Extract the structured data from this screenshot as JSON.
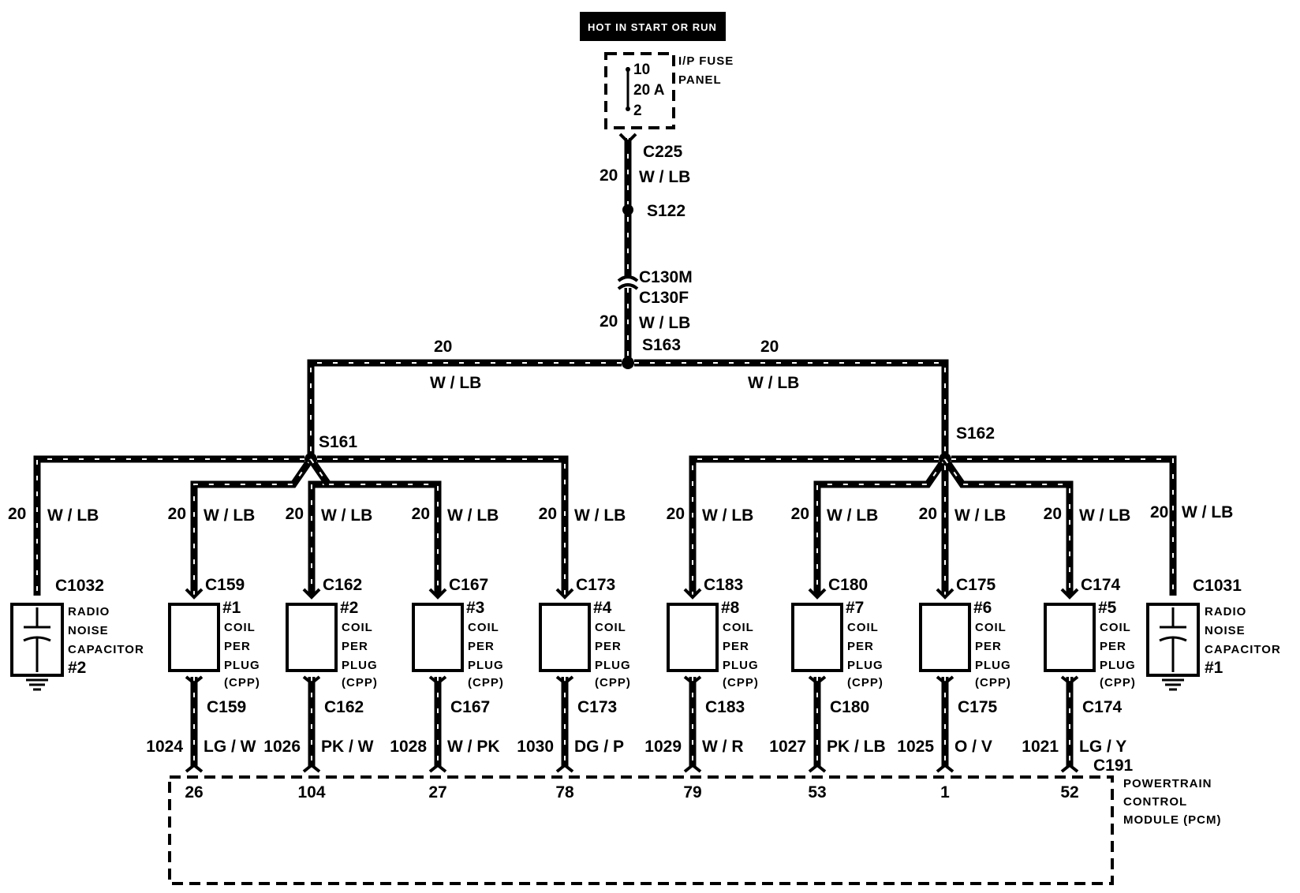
{
  "power_source": {
    "label": "HOT IN START OR RUN"
  },
  "fuse_panel": {
    "label_line1": "I/P FUSE",
    "label_line2": "PANEL",
    "fuse_number": "10",
    "rating": "20 A",
    "terminal": "2"
  },
  "main_feed": {
    "connector_top": "C225",
    "gauge_1": "20",
    "color_1": "W / LB",
    "splice_1": "S122",
    "connector_m": "C130M",
    "connector_f": "C130F",
    "gauge_2": "20",
    "color_2": "W / LB",
    "splice_main": "S163"
  },
  "branches": {
    "left_gauge": "20",
    "left_color": "W / LB",
    "left_splice": "S161",
    "right_gauge": "20",
    "right_color": "W / LB",
    "right_splice": "S162"
  },
  "capacitors": [
    {
      "connector": "C1032",
      "gauge": "20",
      "color": "W / LB",
      "line1": "RADIO",
      "line2": "NOISE",
      "line3": "CAPACITOR",
      "number": "#2"
    },
    {
      "connector": "C1031",
      "gauge": "20",
      "color": "W / LB",
      "line1": "RADIO",
      "line2": "NOISE",
      "line3": "CAPACITOR",
      "number": "#1"
    }
  ],
  "coils": [
    {
      "number": "#1",
      "connector": "C159",
      "gauge": "20",
      "color": "W / LB",
      "circuit": "1024",
      "out_color": "LG / W",
      "pcm_pin": "26"
    },
    {
      "number": "#2",
      "connector": "C162",
      "gauge": "20",
      "color": "W / LB",
      "circuit": "1026",
      "out_color": "PK / W",
      "pcm_pin": "104"
    },
    {
      "number": "#3",
      "connector": "C167",
      "gauge": "20",
      "color": "W / LB",
      "circuit": "1028",
      "out_color": "W / PK",
      "pcm_pin": "27"
    },
    {
      "number": "#4",
      "connector": "C173",
      "gauge": "20",
      "color": "W / LB",
      "circuit": "1030",
      "out_color": "DG / P",
      "pcm_pin": "78"
    },
    {
      "number": "#8",
      "connector": "C183",
      "gauge": "20",
      "color": "W / LB",
      "circuit": "1029",
      "out_color": "W / R",
      "pcm_pin": "79"
    },
    {
      "number": "#7",
      "connector": "C180",
      "gauge": "20",
      "color": "W / LB",
      "circuit": "1027",
      "out_color": "PK / LB",
      "pcm_pin": "53"
    },
    {
      "number": "#6",
      "connector": "C175",
      "gauge": "20",
      "color": "W / LB",
      "circuit": "1025",
      "out_color": "O / V",
      "pcm_pin": "1"
    },
    {
      "number": "#5",
      "connector": "C174",
      "gauge": "20",
      "color": "W / LB",
      "circuit": "1021",
      "out_color": "LG / Y",
      "pcm_pin": "52"
    }
  ],
  "coil_text": {
    "line1": "COIL",
    "line2": "PER",
    "line3": "PLUG",
    "line4": "(CPP)"
  },
  "pcm": {
    "connector": "C191",
    "line1": "POWERTRAIN",
    "line2": "CONTROL",
    "line3": "MODULE (PCM)"
  }
}
